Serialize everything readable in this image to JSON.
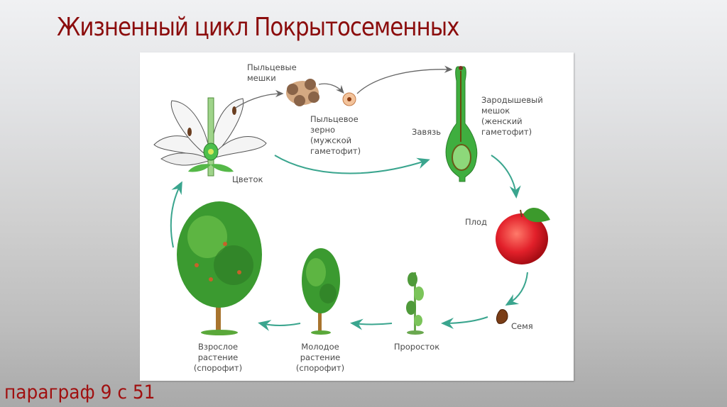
{
  "slide": {
    "title": "Жизненный цикл Покрытосеменных",
    "footer": "параграф 9 с 51",
    "colors": {
      "title": "#8b0d0d",
      "footer": "#a01010",
      "arrow_teal": "#3aa58e",
      "arrow_gray": "#666666"
    }
  },
  "diagram": {
    "stages": [
      {
        "id": "flower",
        "label_lines": [
          "Цветок"
        ],
        "icon": "flower-icon"
      },
      {
        "id": "pollen-sacs",
        "label_lines": [
          "Пыльцевые",
          "мешки"
        ],
        "icon": "pollen-sacs-icon"
      },
      {
        "id": "pollen-grain",
        "label_lines": [
          "Пыльцевое",
          "зерно",
          "(мужской",
          "гаметофит)"
        ],
        "icon": "pollen-grain-icon"
      },
      {
        "id": "ovary",
        "label_lines": [
          "Завязь"
        ],
        "icon": "pistil-icon"
      },
      {
        "id": "embryo-sac",
        "label_lines": [
          "Зародышевый",
          "мешок",
          "(женский",
          "гаметофит)"
        ],
        "icon": "embryo-sac-icon"
      },
      {
        "id": "fruit",
        "label_lines": [
          "Плод"
        ],
        "icon": "apple-icon"
      },
      {
        "id": "seed",
        "label_lines": [
          "Семя"
        ],
        "icon": "seed-icon"
      },
      {
        "id": "sprout",
        "label_lines": [
          "Проросток"
        ],
        "icon": "sprout-icon"
      },
      {
        "id": "young-plant",
        "label_lines": [
          "Молодое",
          "растение",
          "(спорофит)"
        ],
        "icon": "young-tree-icon"
      },
      {
        "id": "adult-plant",
        "label_lines": [
          "Взрослое",
          "растение",
          "(спорофит)"
        ],
        "icon": "adult-tree-icon"
      }
    ]
  }
}
